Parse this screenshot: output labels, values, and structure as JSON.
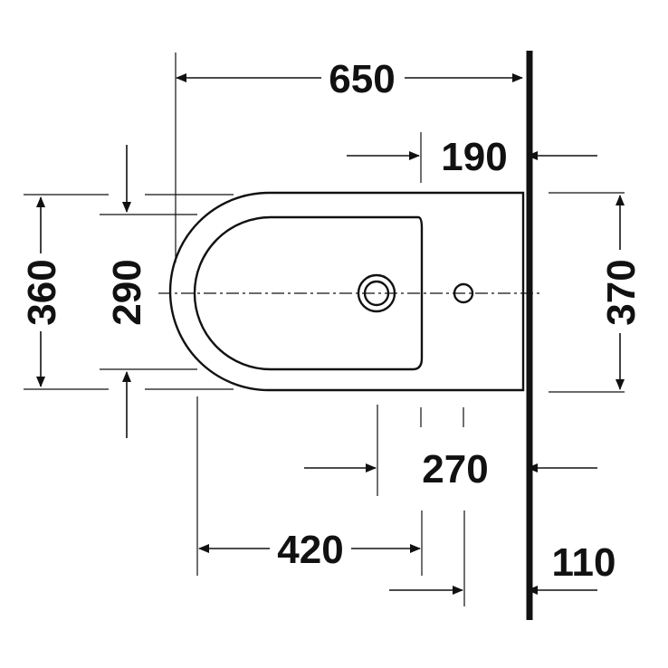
{
  "dimensions": {
    "overall_length": "650",
    "wall_to_tap_hole": "190",
    "outer_width_left": "360",
    "inner_width": "290",
    "outer_width_right": "370",
    "wall_to_waste": "270",
    "front_to_tap": "420",
    "wall_to_fixing": "110"
  },
  "colors": {
    "line": "#111111",
    "background": "#ffffff"
  }
}
